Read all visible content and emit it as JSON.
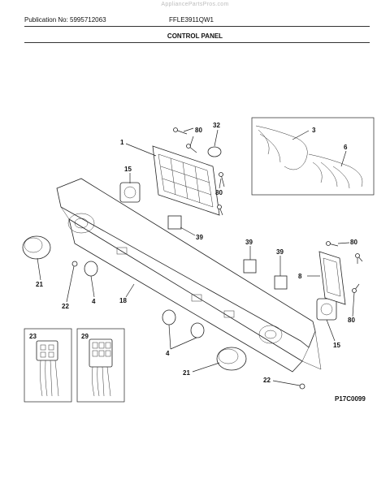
{
  "header": {
    "watermark": "AppliancePartsPros.com",
    "publication": "Publication No: 5995712063",
    "model": "FFLE3911QW1",
    "title": "CONTROL PANEL"
  },
  "footer": {
    "diagram_code": "P17C0099"
  },
  "callouts": {
    "c1": "1",
    "c3": "3",
    "c4a": "4",
    "c4b": "4",
    "c6": "6",
    "c8": "8",
    "c15a": "15",
    "c15b": "15",
    "c18": "18",
    "c21a": "21",
    "c21b": "21",
    "c22a": "22",
    "c22b": "22",
    "c23": "23",
    "c29": "29",
    "c32": "32",
    "c39a": "39",
    "c39b": "39",
    "c39c": "39",
    "c80a": "80",
    "c80b": "80",
    "c80c": "80",
    "c80d": "80"
  }
}
